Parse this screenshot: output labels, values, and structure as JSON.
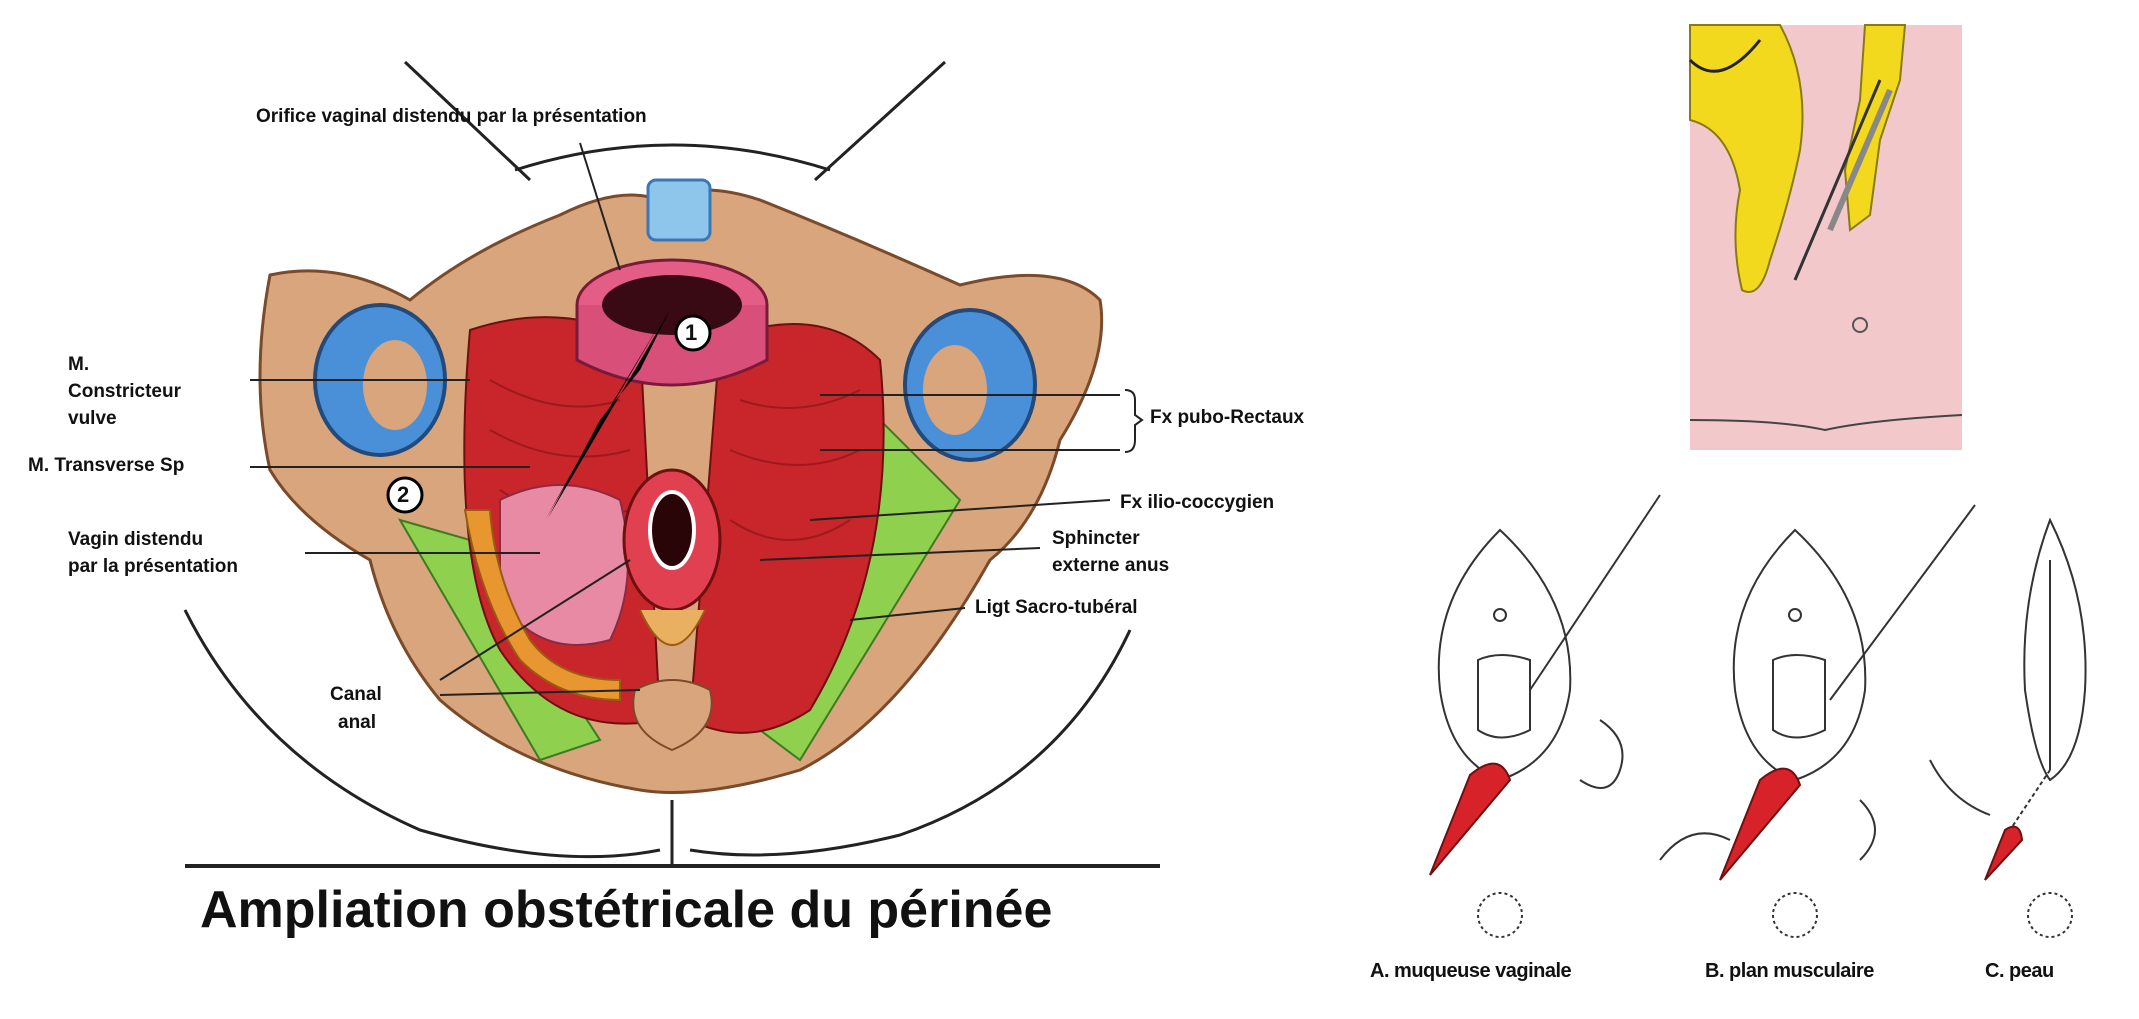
{
  "diagram": {
    "title": "Ampliation obstétricale du périnée",
    "labels": {
      "orifice": "Orifice vaginal distendu par la présentation",
      "constricteur": [
        "M.",
        "Constricteur",
        "vulve"
      ],
      "transverse": "M. Transverse Sp",
      "vagin": [
        "Vagin distendu",
        "par la présentation"
      ],
      "canal": [
        "Canal",
        "anal"
      ],
      "pubo": "Fx pubo-Rectaux",
      "ilio": "Fx ilio-coccygien",
      "sphincter": [
        "Sphincter",
        "externe anus"
      ],
      "ligt": "Ligt Sacro-tubéral",
      "marker1": "1",
      "marker2": "2"
    },
    "steps": {
      "a": "A. muqueuse vaginale",
      "b": "B. plan musculaire",
      "c": "C. peau"
    },
    "colors": {
      "bone": "#d9a57c",
      "muscle": "#c8262b",
      "ligament": "#8fd14f",
      "cartilage": "#4a90d9",
      "skin": "#f3c8cb",
      "glove": "#f2d91e"
    }
  }
}
